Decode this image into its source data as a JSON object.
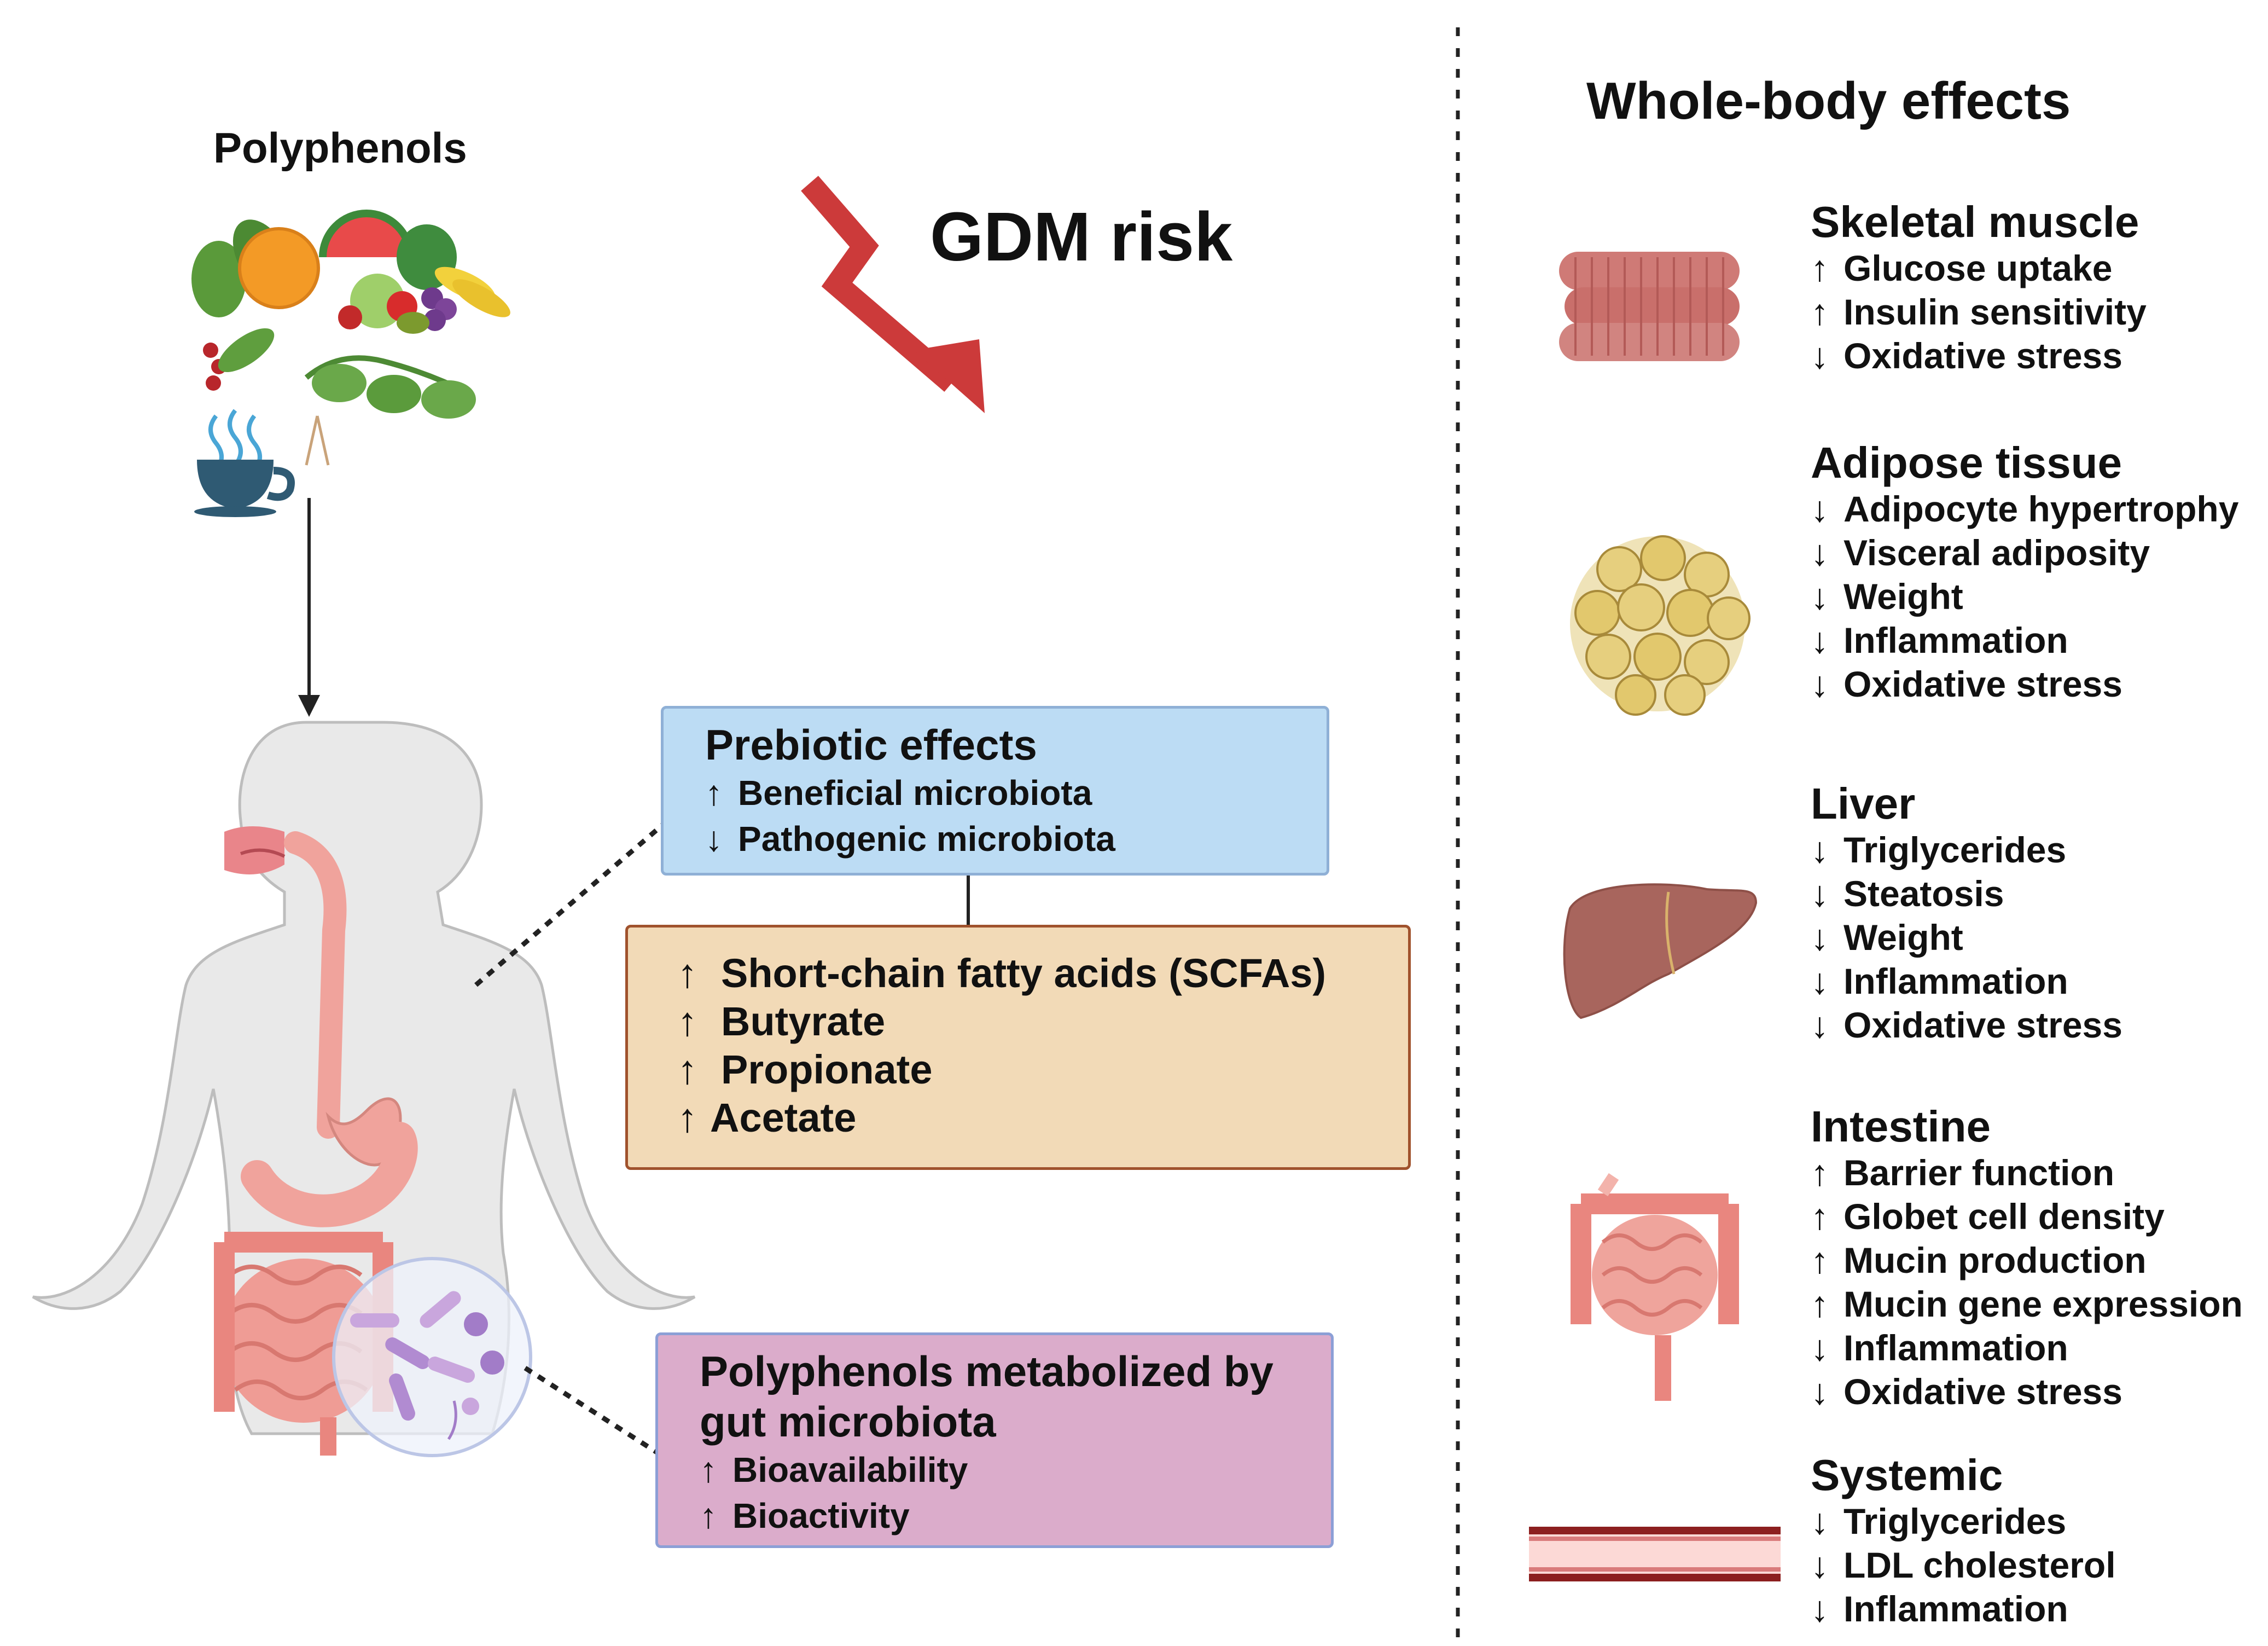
{
  "left": {
    "polyphenols_label": "Polyphenols",
    "gdm_label": "GDM risk"
  },
  "boxes": {
    "prebiotic": {
      "title": "Prebiotic effects",
      "lines": [
        {
          "arrow": "↑",
          "text": "Beneficial microbiota"
        },
        {
          "arrow": "↓",
          "text": "Pathogenic microbiota"
        }
      ],
      "color": "#bcdcf4"
    },
    "scfa": {
      "lines": [
        {
          "arrow": "↑",
          "text": "Short-chain fatty acids (SCFAs)"
        },
        {
          "arrow": "↑",
          "text": "Butyrate"
        },
        {
          "arrow": "↑",
          "text": "Propionate"
        },
        {
          "arrow": "↑",
          "text": "Acetate"
        }
      ],
      "color": "#f2dab7"
    },
    "metabolized": {
      "title_line1": "Polyphenols metabolized by",
      "title_line2": "gut microbiota",
      "lines": [
        {
          "arrow": "↑",
          "text": "Bioavailability"
        },
        {
          "arrow": "↑",
          "text": "Bioactivity"
        }
      ],
      "color": "#dbaccb"
    }
  },
  "right": {
    "heading": "Whole-body effects",
    "organs": [
      {
        "name": "Skeletal muscle",
        "icon": "muscle-icon",
        "effects": [
          {
            "arrow": "↑",
            "text": "Glucose uptake"
          },
          {
            "arrow": "↑",
            "text": "Insulin sensitivity"
          },
          {
            "arrow": "↓",
            "text": "Oxidative stress"
          }
        ]
      },
      {
        "name": "Adipose tissue",
        "icon": "adipose-icon",
        "effects": [
          {
            "arrow": "↓",
            "text": "Adipocyte hypertrophy"
          },
          {
            "arrow": "↓",
            "text": "Visceral adiposity"
          },
          {
            "arrow": "↓",
            "text": "Weight"
          },
          {
            "arrow": "↓",
            "text": "Inflammation"
          },
          {
            "arrow": "↓",
            "text": "Oxidative stress"
          }
        ]
      },
      {
        "name": "Liver",
        "icon": "liver-icon",
        "effects": [
          {
            "arrow": "↓",
            "text": "Triglycerides"
          },
          {
            "arrow": "↓",
            "text": "Steatosis"
          },
          {
            "arrow": "↓",
            "text": "Weight"
          },
          {
            "arrow": "↓",
            "text": "Inflammation"
          },
          {
            "arrow": "↓",
            "text": "Oxidative stress"
          }
        ]
      },
      {
        "name": "Intestine",
        "icon": "intestine-icon",
        "effects": [
          {
            "arrow": "↑",
            "text": "Barrier function"
          },
          {
            "arrow": "↑",
            "text": "Globet cell density"
          },
          {
            "arrow": "↑",
            "text": "Mucin production"
          },
          {
            "arrow": "↑",
            "text": "Mucin gene expression"
          },
          {
            "arrow": "↓",
            "text": "Inflammation"
          },
          {
            "arrow": "↓",
            "text": "Oxidative stress"
          }
        ]
      },
      {
        "name": "Systemic",
        "icon": "blood-vessel-icon",
        "effects": [
          {
            "arrow": "↓",
            "text": "Triglycerides"
          },
          {
            "arrow": "↓",
            "text": "LDL cholesterol"
          },
          {
            "arrow": "↓",
            "text": "Inflammation"
          }
        ]
      }
    ]
  },
  "colors": {
    "gdm_arrow": "#cc3a3a",
    "muscle": "#cf7a76",
    "fat": "#e6cf7e",
    "liver": "#a8655d",
    "intestine": "#efa49c"
  }
}
